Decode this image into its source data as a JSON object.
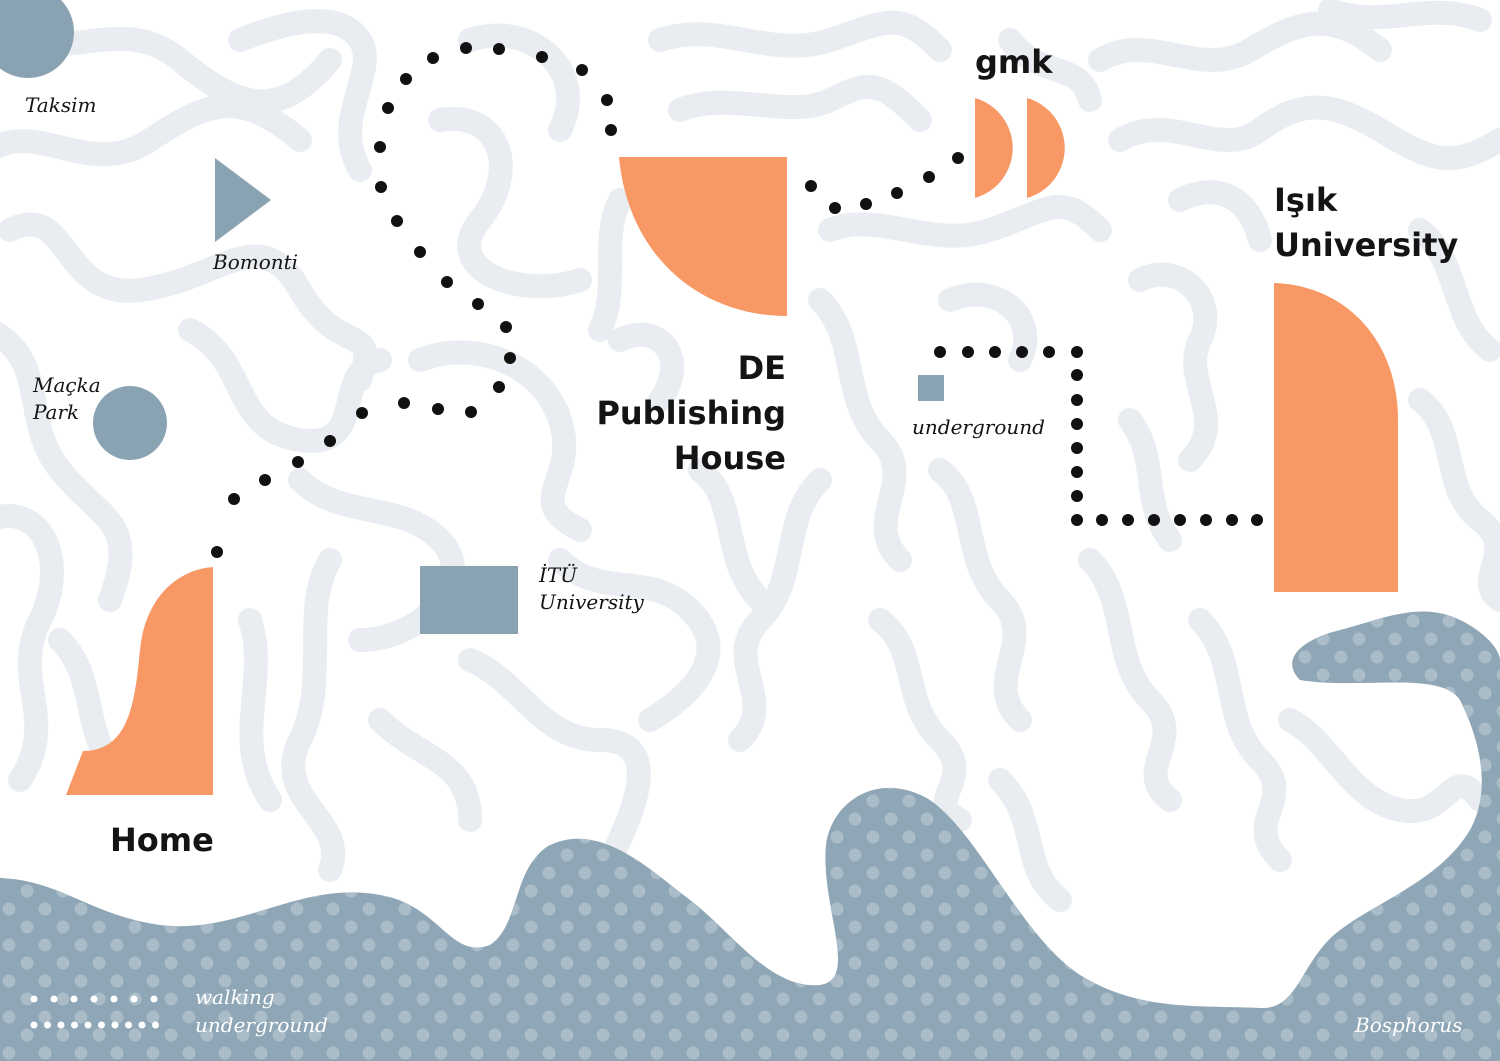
{
  "colors": {
    "background": "#ffffff",
    "lanes": "#e9edf1",
    "water": "#8ea6b5",
    "water_dots": "#a9bcc8",
    "accent": "#f79865",
    "markers": "#8aa3b2",
    "route_dots": "#111111",
    "text": "#141414",
    "legend_text": "#ffffff"
  },
  "places": {
    "taksim": "Taksim",
    "bomonti": "Bomonti",
    "macka_line1": "Maçka",
    "macka_line2": "Park",
    "itu_line1": "İTÜ",
    "itu_line2": "University",
    "underground_station": "underground",
    "bosphorus": "Bosphorus"
  },
  "destinations": {
    "home": "Home",
    "de_line1": "DE",
    "de_line2": "Publishing",
    "de_line3": "House",
    "gmk": "gmk",
    "isik_line1": "Işık",
    "isik_line2": "University"
  },
  "legend": {
    "walking": "walking",
    "underground": "underground"
  }
}
